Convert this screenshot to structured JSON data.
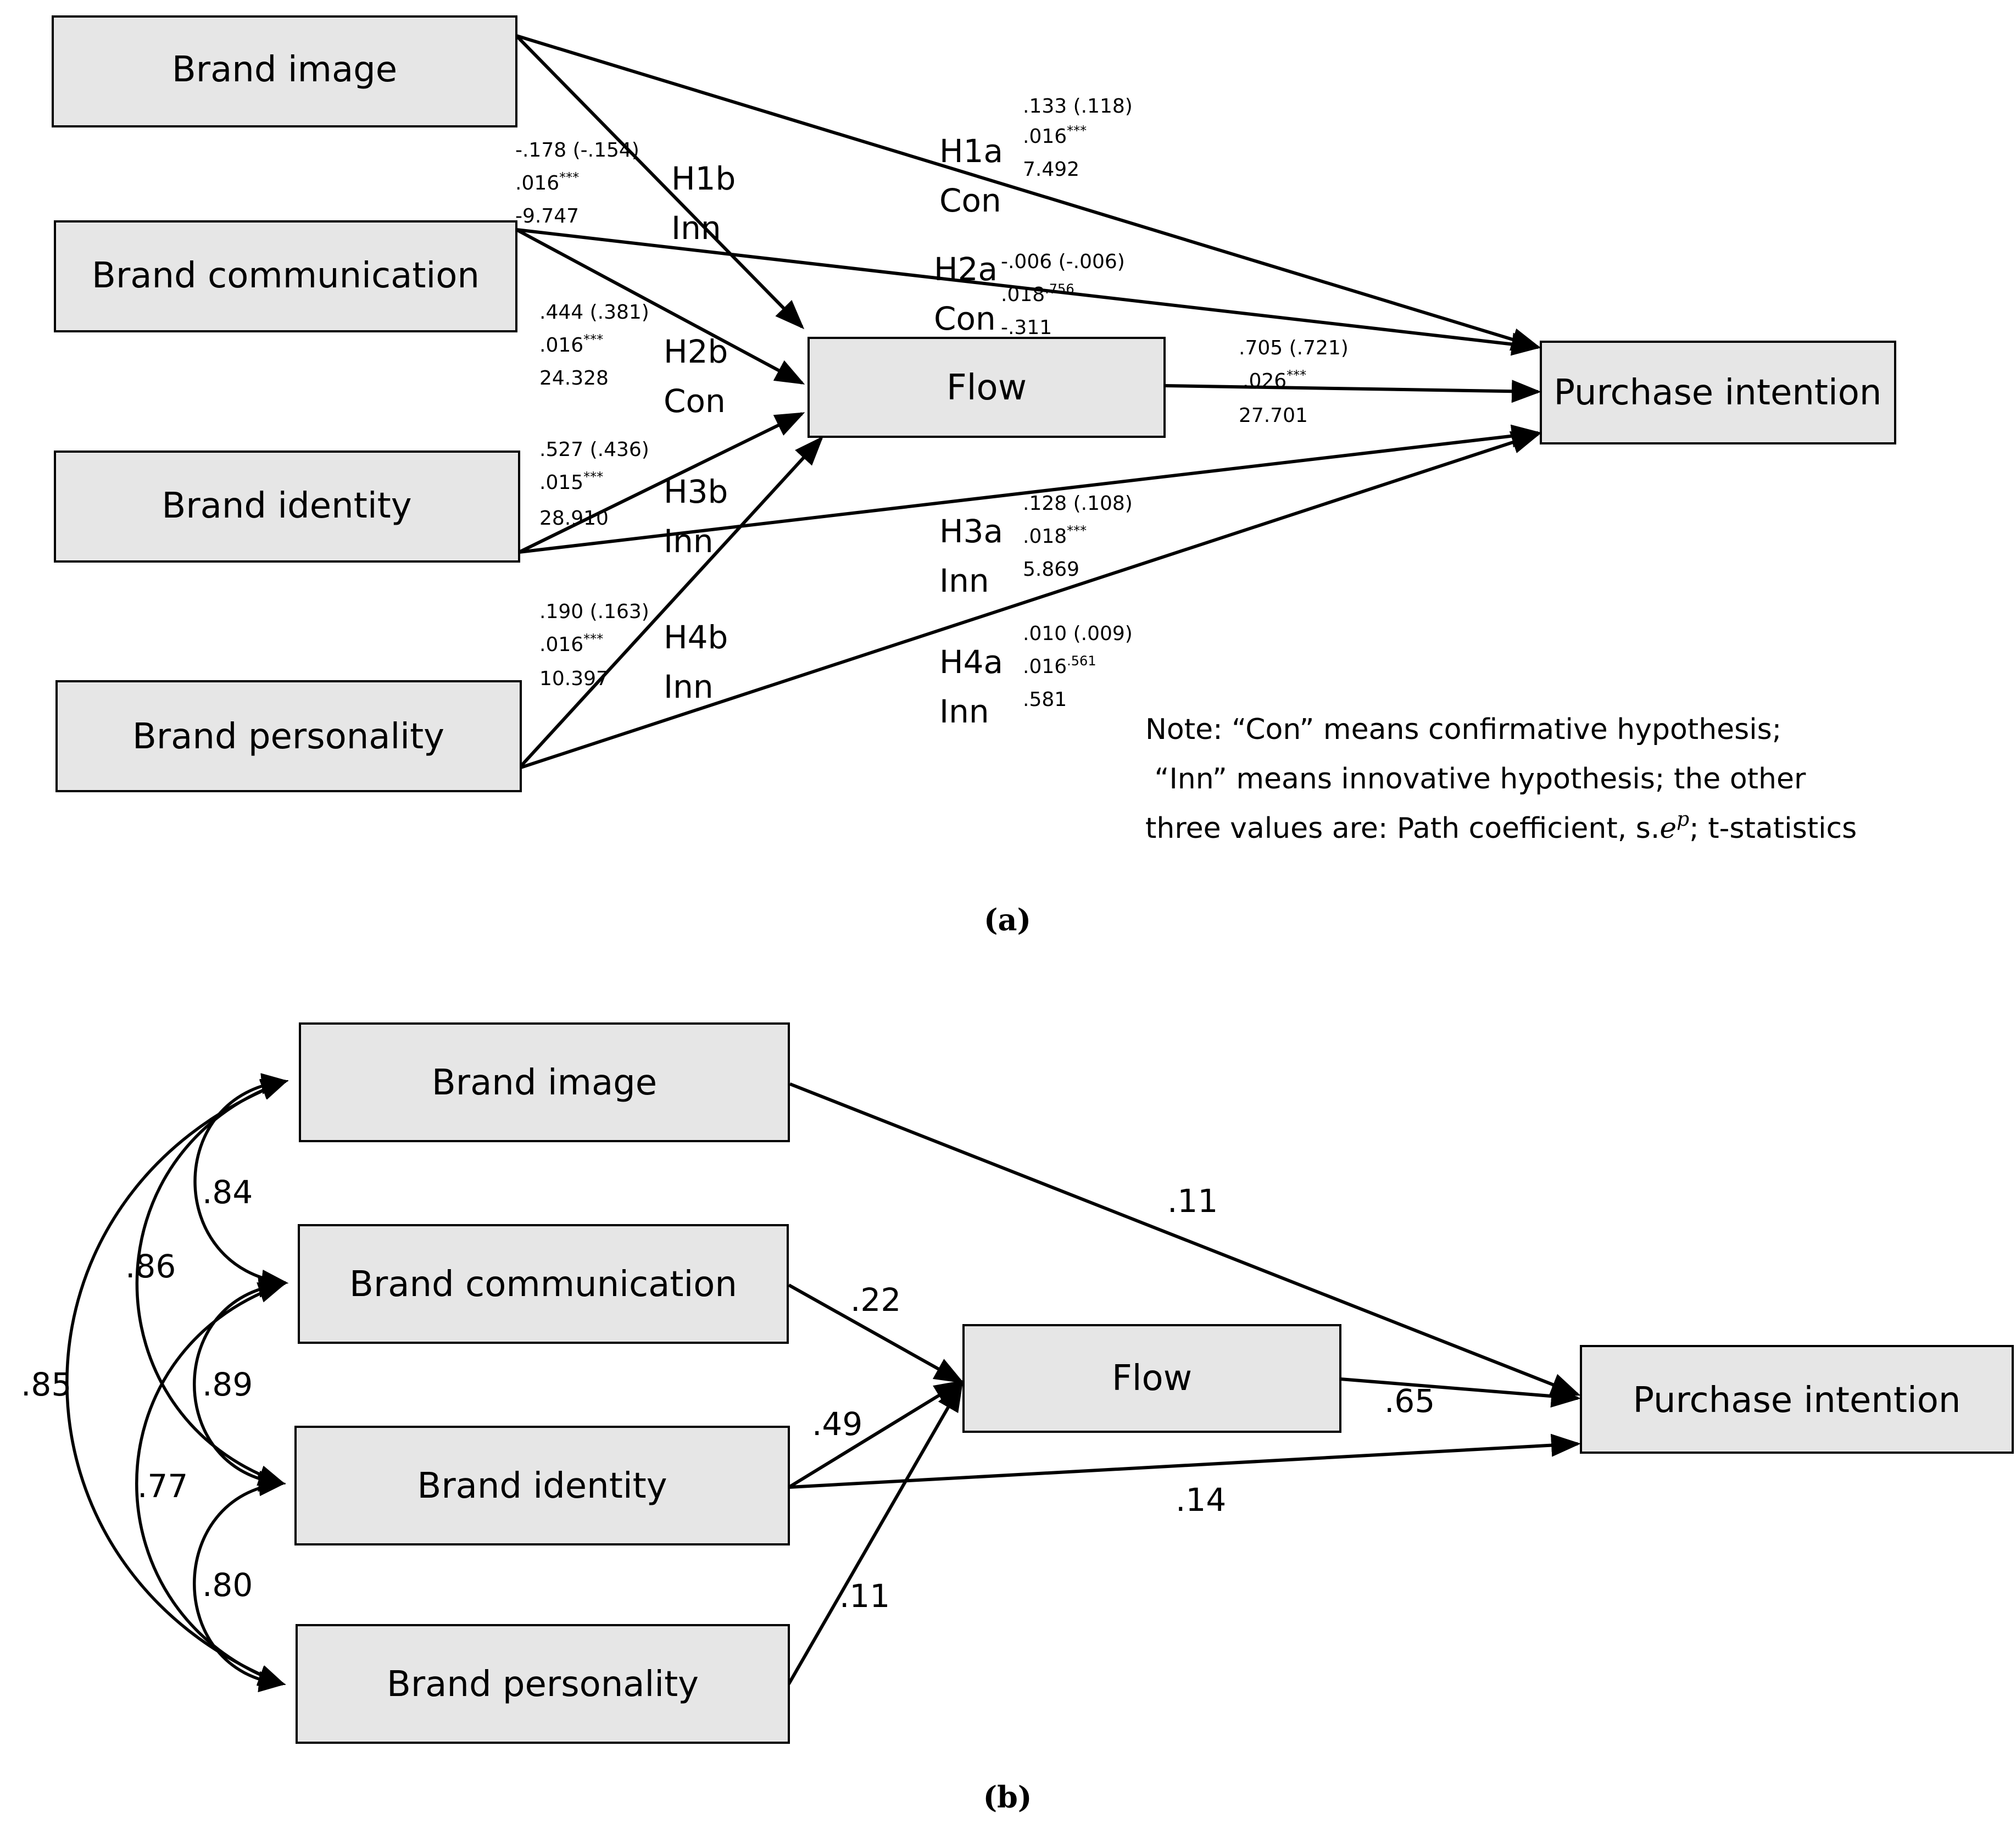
{
  "panel_a": {
    "label": "(a)",
    "boxes": {
      "image": "Brand  image",
      "communication": "Brand communication",
      "identity": "Brand  identity",
      "personality": "Brand  personality",
      "flow": "Flow",
      "purchase": "Purchase  intention"
    },
    "paths": {
      "h1a": {
        "hyp": "H1a",
        "type": "Con",
        "coef": ".133 (.118)",
        "se": ".016",
        "sig": "***",
        "t": "7.492"
      },
      "h1b": {
        "hyp": "H1b",
        "type": "Inn",
        "coef": "-.178 (-.154)",
        "se": ".016",
        "sig": "***",
        "t": "-9.747"
      },
      "h2a": {
        "hyp": "H2a",
        "type": "Con",
        "coef": "-.006 (-.006)",
        "se": ".018",
        "sig": ".756",
        "t": "-.311"
      },
      "h2b": {
        "hyp": "H2b",
        "type": "Con",
        "coef": ".444 (.381)",
        "se": ".016",
        "sig": "***",
        "t": "24.328"
      },
      "h3a": {
        "hyp": "H3a",
        "type": "Inn",
        "coef": ".128 (.108)",
        "se": ".018",
        "sig": "***",
        "t": "5.869"
      },
      "h3b": {
        "hyp": "H3b",
        "type": "Inn",
        "coef": ".527 (.436)",
        "se": ".015",
        "sig": "***",
        "t": "28.910"
      },
      "h4a": {
        "hyp": "H4a",
        "type": "Inn",
        "coef": ".010 (.009)",
        "se": ".016",
        "sig": ".561",
        "t": ".581"
      },
      "h4b": {
        "hyp": "H4b",
        "type": "Inn",
        "coef": ".190 (.163)",
        "se": ".016",
        "sig": "***",
        "t": "10.397"
      },
      "flow": {
        "coef": ".705 (.721)",
        "se": ".026",
        "sig": "***",
        "t": "27.701"
      }
    },
    "note": {
      "line1": "Note: “Con” means confirmative hypothesis;",
      "line2": " “Inn” means innovative hypothesis; the other",
      "line3_start": "three values are: Path coefficient, s.",
      "line3_e": "e",
      "line3_p": "p",
      "line3_end": "; t-statistics"
    }
  },
  "panel_b": {
    "label": "(b)",
    "boxes": {
      "image": "Brand  image",
      "communication": "Brand  communication",
      "identity": "Brand  identity",
      "personality": "Brand  personality",
      "flow": "Flow",
      "purchase": "Purchase intention"
    },
    "paths": {
      "image_purchase": ".11",
      "communication_flow": ".22",
      "identity_flow": ".49",
      "personality_flow": ".11",
      "flow_purchase": ".65",
      "identity_purchase": ".14"
    },
    "correlations": {
      "image_communication": ".84",
      "image_identity": ".86",
      "image_personality": ".85",
      "communication_identity": ".89",
      "communication_personality": ".77",
      "identity_personality": ".80"
    }
  }
}
